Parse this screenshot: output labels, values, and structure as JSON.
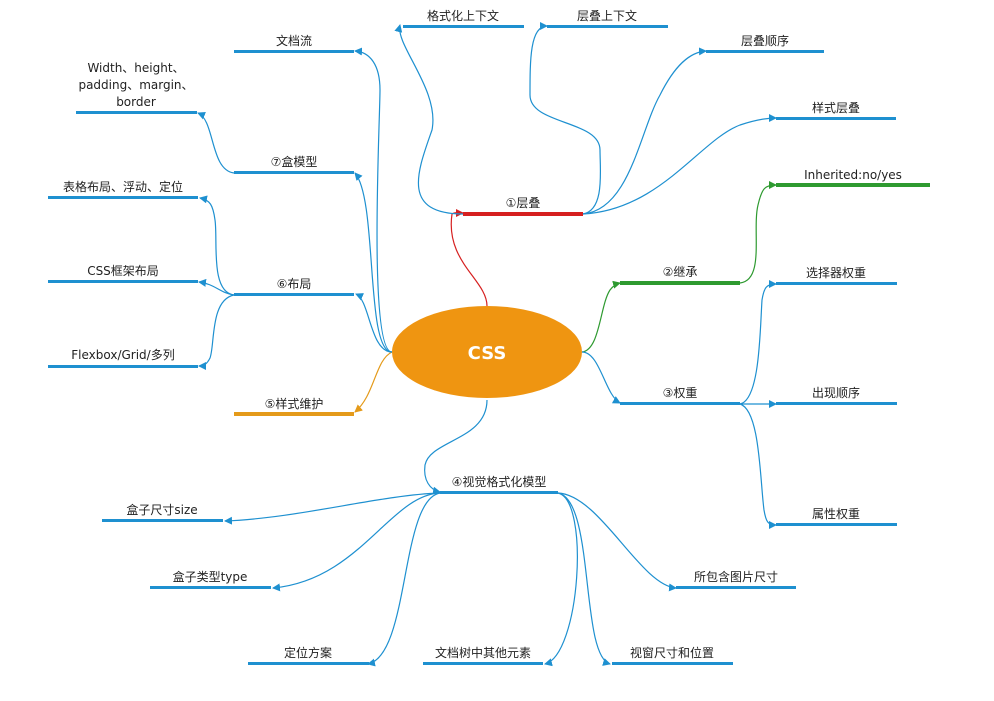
{
  "colors": {
    "blue": "#1e90d0",
    "red": "#d62020",
    "green": "#2e9a30",
    "orange_line": "#e49a1a",
    "center_fill": "#ef9511"
  },
  "center": {
    "label": "CSS"
  },
  "nodes": {
    "cascade": "①层叠",
    "cascade_ctx": "层叠上下文",
    "format_ctx": "格式化上下文",
    "cascade_order": "层叠顺序",
    "style_cascade": "样式层叠",
    "inherit": "②继承",
    "inherited": "Inherited:no/yes",
    "weight": "③权重",
    "selector_weight": "选择器权重",
    "appear_order": "出现顺序",
    "attr_weight": "属性权重",
    "vfm": "④视觉格式化模型",
    "box_size": "盒子尺寸size",
    "box_type": "盒子类型type",
    "positioning": "定位方案",
    "other_elements": "文档树中其他元素",
    "viewport": "视窗尺寸和位置",
    "image_size": "所包含图片尺寸",
    "maintain": "⑤样式维护",
    "layout": "⑥布局",
    "table_float": "表格布局、浮动、定位",
    "css_frame": "CSS框架布局",
    "flexbox": "Flexbox/Grid/多列",
    "box_model": "⑦盒模型",
    "box_props_1": "Width、height、",
    "box_props_2": "padding、margin、",
    "box_props_3": "border",
    "doc_flow": "文档流"
  }
}
